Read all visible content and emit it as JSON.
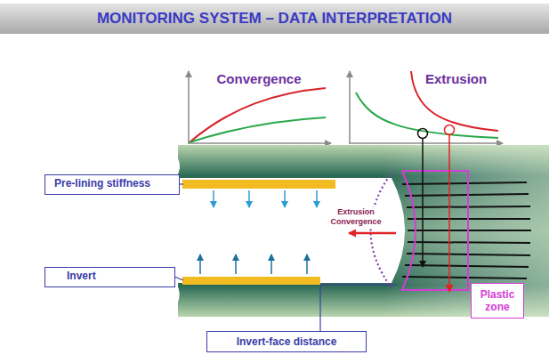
{
  "diagram": {
    "title": "MONITORING SYSTEM – DATA INTERPRETATION",
    "nodes": [
      {
        "text": [
          "Pre-lining stiffness"
        ]
      },
      {
        "text": [
          "Invert"
        ]
      },
      {
        "text": [
          "Invert-face distance"
        ]
      },
      {
        "text": [
          "Plastic zone"
        ]
      }
    ],
    "labels": [
      "Convergence",
      "Extrusion",
      "Extrusion Convergence"
    ]
  }
}
